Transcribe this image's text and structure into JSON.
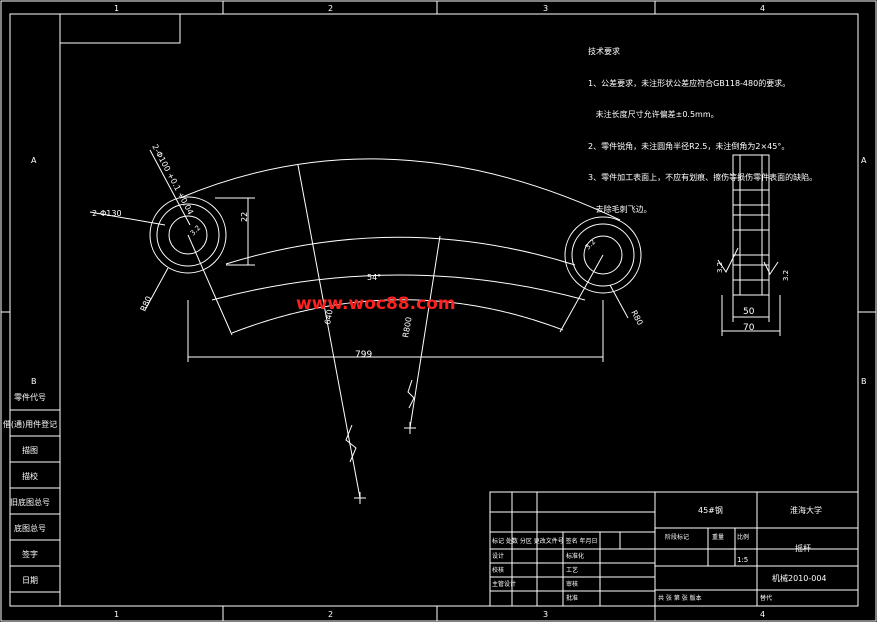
{
  "zones": {
    "cols": [
      "1",
      "2",
      "3",
      "4"
    ],
    "rows": [
      "A",
      "B"
    ]
  },
  "notes": {
    "title": "技术要求",
    "lines": [
      "1、公差要求，未注形状公差应符合GB118-480的要求。",
      "   未注长度尺寸允许偏差±0.5mm。",
      "2、零件锐角，未注圆角半径R2.5，未注倒角为2×45°。",
      "3、零件加工表面上，不应有划痕、擦伤等损伤零件表面的缺陷。",
      "   去除毛刺飞边。"
    ]
  },
  "dimensions": {
    "length": "799",
    "angle": "54°",
    "boss_diameter": "2-Φ130",
    "hole_diameter": "2-Φ100 +0.1 +0.04",
    "offset": "22",
    "r_left": "R80",
    "r_right": "R80",
    "r_640": "640",
    "r_800": "R800",
    "roughness": "3.2"
  },
  "side_view": {
    "width_inner": "50",
    "width_outer": "70"
  },
  "watermark": "www.woc88.com",
  "title_block": {
    "material": "45#钢",
    "school": "淮海大学",
    "part_name": "摇杆",
    "drawing_no": "机械2010-004",
    "scale": "1:5",
    "stage_label": "阶段标记",
    "weight_label": "重量",
    "scale_label": "比例",
    "sheets": "共 张  第 张 版本",
    "replaces": "替代",
    "revision_row": "标记 处数 分区 更改文件号 签名 年月日",
    "design": "设计",
    "standard": "标准化",
    "proof": "校核",
    "process": "工艺",
    "chief": "主管设计",
    "review": "审核",
    "approve": "批准"
  },
  "side_labels": [
    "零件代号",
    "借(通)用件登记",
    "描图",
    "描校",
    "旧底图总号",
    "底图总号",
    "签字",
    "日期"
  ]
}
